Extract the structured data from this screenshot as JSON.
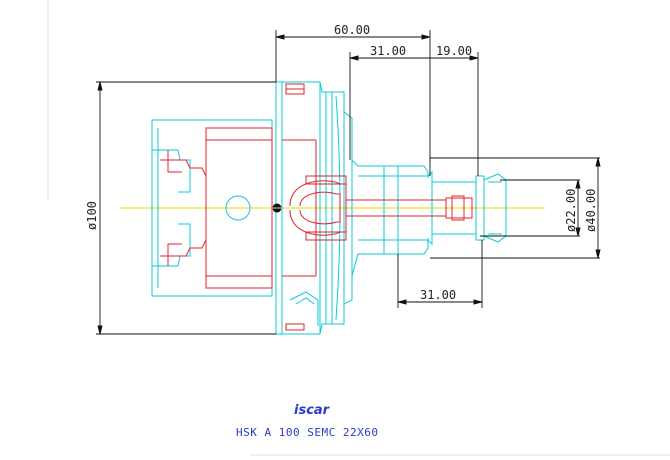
{
  "drawing": {
    "dimensions": {
      "overall_length": "60.00",
      "shank_length": "31.00",
      "nut_length": "19.00",
      "clamp_length": "31.00",
      "flange_diameter": "ø100",
      "bore_diameter": "ø22.00",
      "nut_diameter": "ø40.00"
    },
    "logo_text": "iscar",
    "caption": "HSK  A  100  SEMC  22X60"
  },
  "colors": {
    "outline": "#11c8d8",
    "hidden": "#e0242a",
    "dimension": "#111111",
    "centerline": "#e8d400",
    "caption": "#2a3cc7"
  }
}
